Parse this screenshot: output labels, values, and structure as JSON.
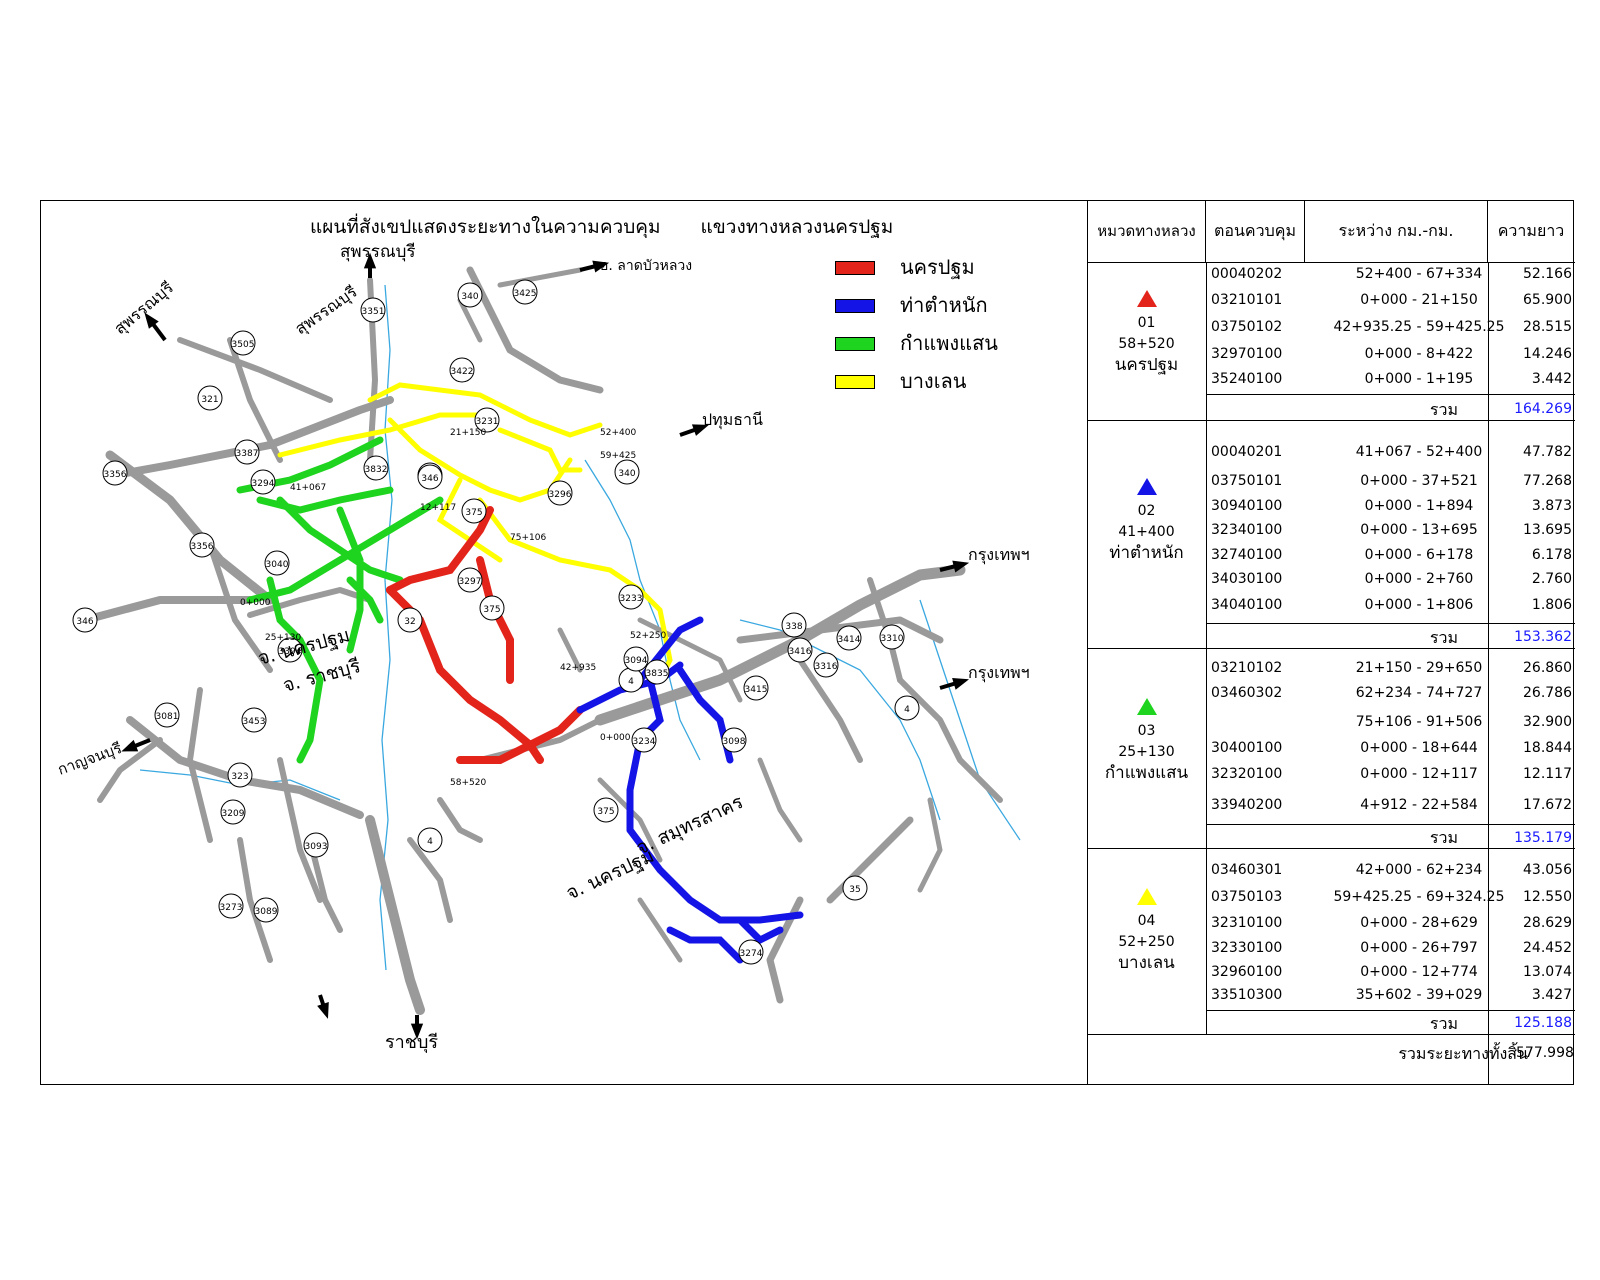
{
  "map": {
    "title": "แผนที่สังเขปแสดงระยะทางในความควบคุม",
    "subtitle": "แขวงทางหลวงนครปฐม",
    "legend": [
      {
        "label": "นครปฐม",
        "color": "#e3241b"
      },
      {
        "label": "ท่าตำหนัก",
        "color": "#1414e6"
      },
      {
        "label": "กำแพงแสน",
        "color": "#1ed41e"
      },
      {
        "label": "บางเลน",
        "color": "#ffff00"
      }
    ],
    "road_color": "#9a9a9a",
    "river_color": "#3aa8e0",
    "directions": {
      "suphan_top": "สุพรรณบุรี",
      "suphan_left": "สุพรรณบุรี",
      "suphan_mid": "สุพรรณบุรี",
      "lat_bua_luang": "อ. ลาดบัวหลวง",
      "pathum": "ปทุมธานี",
      "bangkok_1": "กรุงเทพฯ",
      "bangkok_2": "กรุงเทพฯ",
      "kanchanaburi": "กาญจนบุรี",
      "ratchaburi": "ราชบุรี"
    },
    "province_labels": {
      "nakhon_pathom": "จ. นครปฐม",
      "ratchaburi": "จ. ราชบุรี",
      "samut_sakhon": "จ. สมุทรสาคร",
      "nakhon_pathom_2": "จ. นครปฐม"
    },
    "route_shields": [
      "3351",
      "340",
      "3425",
      "3505",
      "321",
      "3422",
      "3231",
      "346",
      "3356",
      "3387",
      "3294",
      "3832",
      "346",
      "375",
      "3296",
      "340",
      "3356",
      "3040",
      "3297",
      "32",
      "375",
      "3233",
      "346",
      "3081",
      "3394",
      "3453",
      "323",
      "3209",
      "3093",
      "4",
      "3273",
      "3089",
      "3835",
      "4",
      "3234",
      "375",
      "3098",
      "3416",
      "3415",
      "3316",
      "338",
      "3414",
      "3310",
      "4",
      "35",
      "3274",
      "3094"
    ],
    "cut_points": [
      "52+400",
      "41+067",
      "58+520",
      "25+130",
      "52+250",
      "0+000",
      "12+117",
      "0+000",
      "59+425",
      "75+106",
      "42+935",
      "21+150"
    ]
  },
  "table": {
    "headers": [
      "หมวดทางหลวง",
      "ตอนควบคุม",
      "ระหว่าง  กม.-กม.",
      "ความยาว"
    ],
    "sum_label": "รวม",
    "groups": [
      {
        "no": "01",
        "km": "58+520",
        "name": "นครปฐม",
        "color": "#e3241b",
        "rows": [
          {
            "code": "00040202",
            "range": "52+400 - 67+334",
            "len": "52.166"
          },
          {
            "code": "03210101",
            "range": "0+000 - 21+150",
            "len": "65.900"
          },
          {
            "code": "03750102",
            "range": "42+935.25 - 59+425.25",
            "len": "28.515"
          },
          {
            "code": "32970100",
            "range": "0+000 -   8+422",
            "len": "14.246"
          },
          {
            "code": "35240100",
            "range": "0+000 -   1+195",
            "len": "3.442"
          }
        ],
        "total": "164.269"
      },
      {
        "no": "02",
        "km": "41+400",
        "name": "ท่าตำหนัก",
        "color": "#1414e6",
        "rows": [
          {
            "code": "00040201",
            "range": "41+067 - 52+400",
            "len": "47.782"
          },
          {
            "code": "03750101",
            "range": "0+000 - 37+521",
            "len": "77.268"
          },
          {
            "code": "30940100",
            "range": "0+000 -   1+894",
            "len": "3.873"
          },
          {
            "code": "32340100",
            "range": "0+000 - 13+695",
            "len": "13.695"
          },
          {
            "code": "32740100",
            "range": "0+000 -   6+178",
            "len": "6.178"
          },
          {
            "code": "34030100",
            "range": "0+000 -   2+760",
            "len": "2.760"
          },
          {
            "code": "34040100",
            "range": "0+000 -   1+806",
            "len": "1.806"
          }
        ],
        "total": "153.362"
      },
      {
        "no": "03",
        "km": "25+130",
        "name": "กำแพงแสน",
        "color": "#1ed41e",
        "rows": [
          {
            "code": "03210102",
            "range": "21+150 - 29+650",
            "len": "26.860"
          },
          {
            "code": "03460302",
            "range": "62+234 - 74+727",
            "len": "26.786"
          },
          {
            "code": "",
            "range": "75+106 - 91+506",
            "len": "32.900"
          },
          {
            "code": "30400100",
            "range": "0+000 - 18+644",
            "len": "18.844"
          },
          {
            "code": "32320100",
            "range": "0+000 - 12+117",
            "len": "12.117"
          },
          {
            "code": "33940200",
            "range": "4+912 - 22+584",
            "len": "17.672"
          }
        ],
        "total": "135.179"
      },
      {
        "no": "04",
        "km": "52+250",
        "name": "บางเลน",
        "color": "#ffff00",
        "rows": [
          {
            "code": "03460301",
            "range": "42+000 - 62+234",
            "len": "43.056"
          },
          {
            "code": "03750103",
            "range": "59+425.25 - 69+324.25",
            "len": "12.550"
          },
          {
            "code": "32310100",
            "range": "0+000 - 28+629",
            "len": "28.629"
          },
          {
            "code": "32330100",
            "range": "0+000 - 26+797",
            "len": "24.452"
          },
          {
            "code": "32960100",
            "range": "0+000 - 12+774",
            "len": "13.074"
          },
          {
            "code": "33510300",
            "range": "35+602 - 39+029",
            "len": "3.427"
          }
        ],
        "total": "125.188"
      }
    ],
    "grand_total_label": "รวมระยะทางทั้งสิ้น",
    "grand_total": "577.998"
  }
}
